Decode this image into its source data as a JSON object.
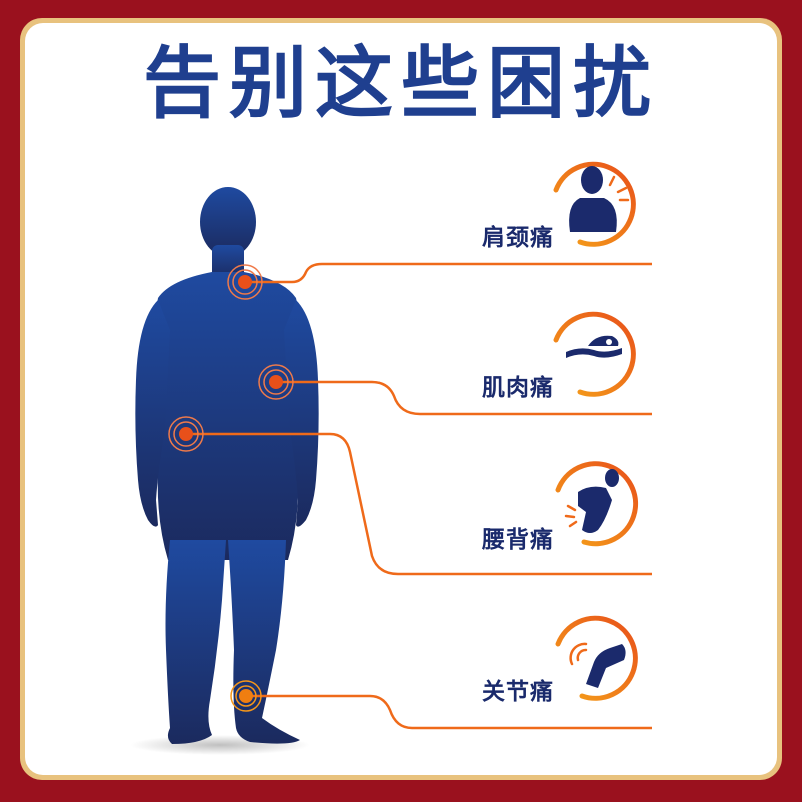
{
  "title": "告别这些困扰",
  "colors": {
    "outer_border": "#9a111e",
    "inner_border": "#e8c27e",
    "background": "#ffffff",
    "title": "#1f3f8f",
    "silhouette_top": "#1f4aa0",
    "silhouette_bottom": "#1b2a5e",
    "accent": "#ef6a1a",
    "label": "#1a2a6c"
  },
  "pain_points": [
    {
      "label": "肩颈痛",
      "icon": "shoulder-neck-pain-icon",
      "body_point": "neck-shoulder"
    },
    {
      "label": "肌肉痛",
      "icon": "swimmer-muscle-pain-icon",
      "body_point": "upper-arm"
    },
    {
      "label": "腰背痛",
      "icon": "lower-back-pain-icon",
      "body_point": "hip"
    },
    {
      "label": "关节痛",
      "icon": "knee-joint-pain-icon",
      "body_point": "ankle"
    }
  ]
}
